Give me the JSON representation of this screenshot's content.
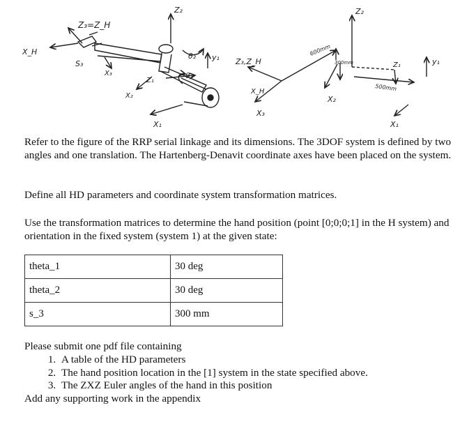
{
  "figure": {
    "left_labels": {
      "z3_zh": "Z₃=Z_H",
      "xh": "X_H",
      "s3": "S₃",
      "x3": "X₃",
      "z2": "Z₂",
      "theta2": "θ₂",
      "y1": "y₁",
      "z1": "Z₁",
      "theta1": "θ₁",
      "x2": "X₂",
      "x1": "X₁"
    },
    "right_labels": {
      "z3_zh": "Z₃,Z_H",
      "xh": "X_H",
      "x3": "X₃",
      "dim600": "600mm",
      "dim300": "300mm",
      "z2": "Z₂",
      "x2": "X₂",
      "z1": "Z₁",
      "y1": "y₁",
      "dim500": "500mm",
      "x1": "X₁"
    }
  },
  "intro": "Refer to the figure of the RRP serial linkage and its dimensions.  The 3DOF system is defined by two angles and one translation.  The Hartenberg-Denavit coordinate axes have been placed on the system.",
  "define": "Define all HD parameters and coordinate system transformation matrices.",
  "use": "Use the transformation matrices to determine the hand position (point [0;0;0;1] in the H system) and orientation in the fixed system (system 1) at the given state:",
  "state_table": [
    {
      "param": "theta_1",
      "value": "30 deg"
    },
    {
      "param": "theta_2",
      "value": "30 deg"
    },
    {
      "param": "s_3",
      "value": "300 mm"
    }
  ],
  "submit_intro": "Please submit one pdf file containing",
  "submit_items": [
    "A table of the HD parameters",
    "The hand position location in the [1] system in the state specified above.",
    "The ZXZ Euler angles of the hand in this position"
  ],
  "appendix_note": "Add any supporting work in the appendix"
}
